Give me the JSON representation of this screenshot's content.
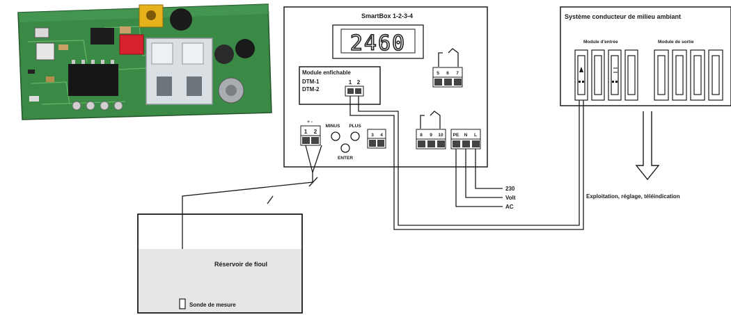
{
  "smartbox": {
    "title": "SmartBox 1-2-3-4",
    "display": "2460",
    "plugin_module": {
      "title": "Module enfichable",
      "line1": "DTM-1",
      "line2": "DTM-2",
      "pins": [
        "1",
        "2"
      ]
    },
    "input_terminals": [
      "1",
      "2"
    ],
    "input_polarity": "+ -",
    "buttons": {
      "minus": "MINUS",
      "plus": "PLUS",
      "enter": "ENTER"
    },
    "terminals_34": [
      "3",
      "4"
    ],
    "relay_top": [
      "5",
      "6",
      "7"
    ],
    "relay_bottom": [
      "8",
      "9",
      "10"
    ],
    "power_terminals": [
      "PE",
      "N",
      "L"
    ]
  },
  "system": {
    "title": "Système conducteur de milieu ambiant",
    "input_label": "Module d'entrée",
    "output_label": "Module de sortie",
    "output_text": "Exploitation, réglage, télé­indication"
  },
  "power_labels": [
    "230",
    "Volt",
    "AC"
  ],
  "tank": {
    "label": "Réservoir de fioul",
    "probe_label": "Sonde de mesure"
  },
  "colors": {
    "line": "#1a1a1a",
    "board_green": "#2f7a3a",
    "liquid": "#e6e6e6"
  }
}
